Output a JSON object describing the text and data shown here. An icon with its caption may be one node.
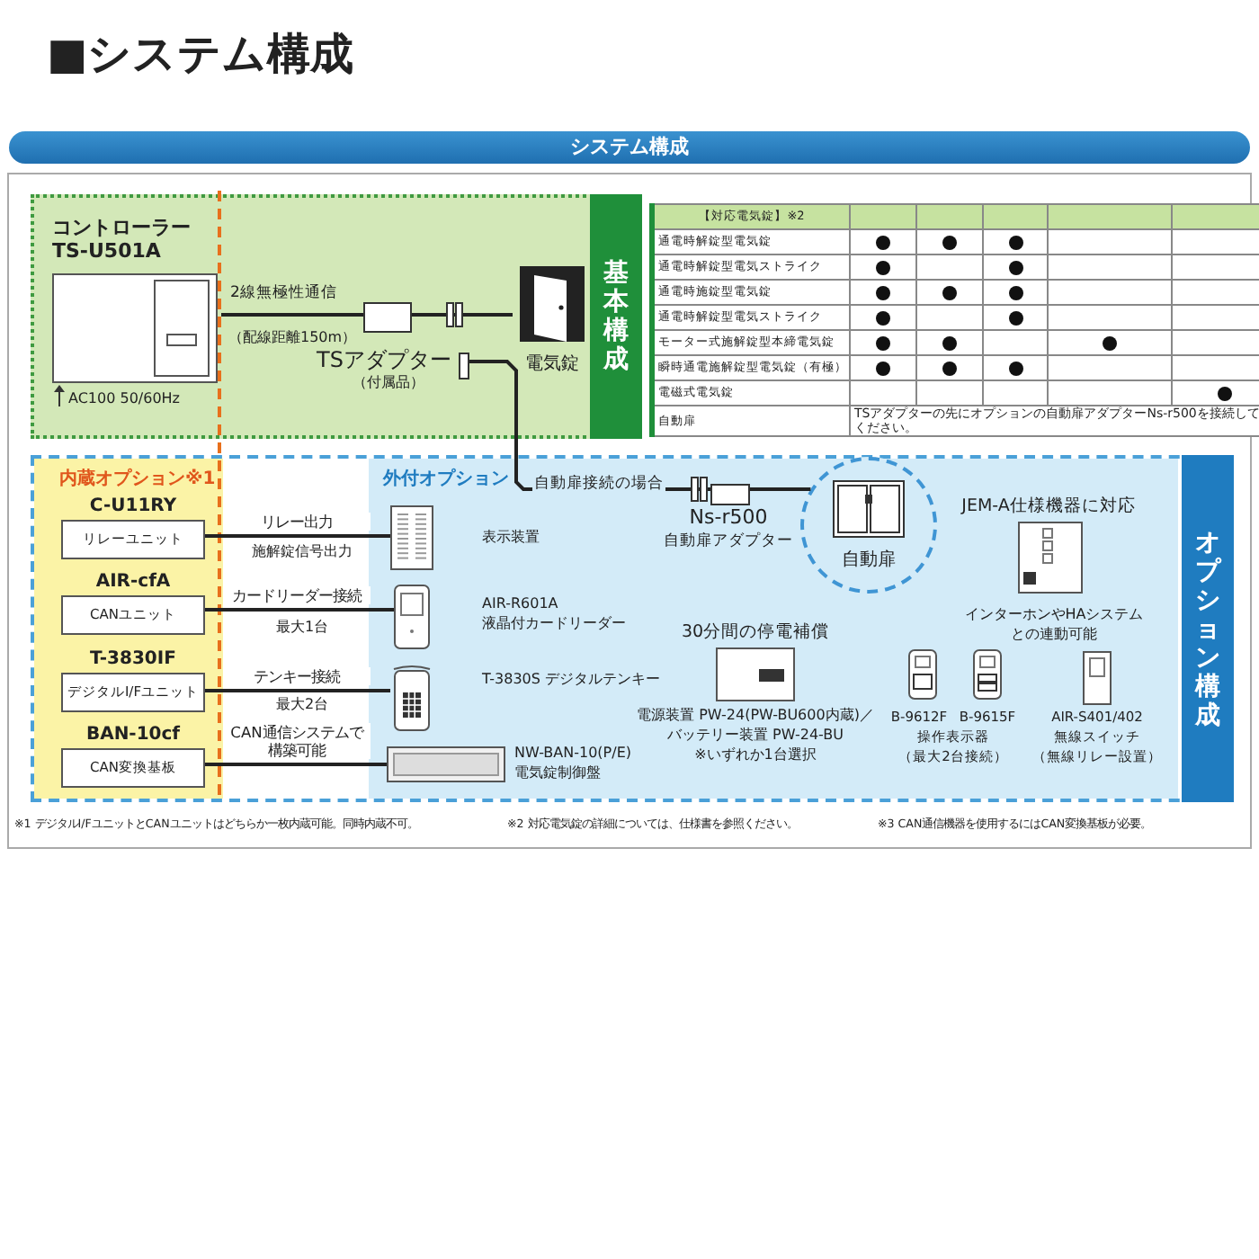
{
  "diagram": {
    "title": "■システム構成",
    "nodes": [
      {
        "text": [
          "基本構成"
        ]
      },
      {
        "text": [
          "コントローラー TS-U501A"
        ],
        "in": 0,
        "beside": [
          "AC100 50/60Hz"
        ]
      },
      {
        "text": [],
        "shape": "box",
        "in": 0
      },
      {
        "text": [],
        "shape": "box",
        "in": 0,
        "beside": [
          "TSアダプター",
          "（付属品）"
        ]
      },
      {
        "text": [
          "電気錠"
        ],
        "in": 0
      },
      {
        "text": [
          "オプション構成"
        ]
      },
      {
        "text": [
          "内蔵オプション※1"
        ],
        "in": 5
      },
      {
        "text": [
          "C-U11RY",
          "リレーユニット"
        ],
        "in": 6
      },
      {
        "text": [
          "AIR-cfA",
          "CANユニット"
        ],
        "in": 6
      },
      {
        "text": [
          "T-3830IF",
          "デジタルI/Fユニット"
        ],
        "in": 6
      },
      {
        "text": [
          "BAN-10cf",
          "CAN変換基板"
        ],
        "in": 6
      },
      {
        "text": [
          "外付オプション"
        ],
        "in": 5
      },
      {
        "text": [],
        "shape": "picture",
        "in": 11,
        "beside": [
          "表示装置"
        ]
      },
      {
        "text": [],
        "shape": "picture",
        "in": 11,
        "beside": [
          "AIR-R601A 液晶付カードリーダー"
        ]
      },
      {
        "text": [],
        "shape": "picture",
        "in": 11,
        "beside": [
          "T-3830S デジタルテンキー"
        ]
      },
      {
        "text": [],
        "shape": "picture",
        "in": 11,
        "beside": [
          "NW-BAN-10(P/E) 電気錠制御盤"
        ]
      },
      {
        "text": [],
        "shape": "box",
        "in": 11,
        "beside": [
          "Ns-r500",
          "自動扉アダプター"
        ]
      },
      {
        "text": [
          "自動扉"
        ],
        "in": 11
      }
    ],
    "edges": [
      {
        "from": 1,
        "to": 2,
        "arrow": "none",
        "label": "2線無極性通信"
      },
      {
        "from": 2,
        "to": 4,
        "arrow": "none"
      },
      {
        "from": 3,
        "to": 16,
        "arrow": "none",
        "label": "自動扉接続の場合"
      },
      {
        "from": 16,
        "to": 17,
        "arrow": "none"
      },
      {
        "from": 7,
        "to": 12,
        "arrow": "none",
        "label": "リレー出力"
      },
      {
        "from": 8,
        "to": 13,
        "arrow": "none",
        "label": "カードリーダー接続"
      },
      {
        "from": 9,
        "to": 14,
        "arrow": "none",
        "label": "テンキー接続"
      },
      {
        "from": 10,
        "to": 15,
        "arrow": "none",
        "label": "CAN通信システムで構築可能"
      }
    ],
    "labels": [
      "システム構成",
      "（配線距離150m）",
      "【対応電気錠】※2",
      "通電時解錠型電気錠",
      "通電時解錠型電気ストライク",
      "通電時施錠型電気錠",
      "通電時解錠型電気ストライク",
      "モーター式施解錠型本締電気錠",
      "瞬時通電施解錠型電気錠（有極）",
      "電磁式電気錠",
      "自動扉",
      "TSアダプターの先にオプションの自動扉アダプターNs-r500を接続してください。",
      "施解錠信号出力",
      "最大1台",
      "最大2台",
      "JEM-A仕様機器に対応",
      "インターホンやHAシステムとの連動可能",
      "30分間の停電補償",
      "電源装置 PW-24(PW-BU600内蔵)／バッテリー装置 PW-24-BU",
      "※いずれか1台選択",
      "B-9612F",
      "B-9615F",
      "操作表示器",
      "（最大2台接続）",
      "AIR-S401/402",
      "無線スイッチ",
      "（無線リレー設置）",
      "※1 デジタルI/FユニットとCANユニットはどちらか一枚内蔵可能。同時内蔵不可。",
      "※2 対応電気錠の詳細については、仕様書を参照ください。",
      "※3 CAN通信機器を使用するにはCAN変換基板が必要。"
    ]
  }
}
